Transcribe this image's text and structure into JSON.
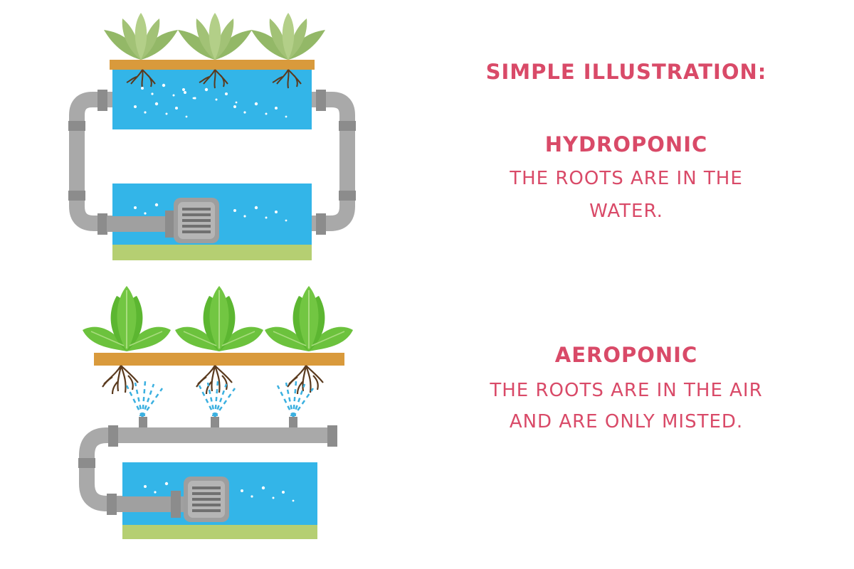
{
  "title": "SIMPLE ILLUSTRATION:",
  "hydroponic": {
    "heading": "HYDROPONIC",
    "description_line1": "THE ROOTS ARE IN THE",
    "description_line2": "WATER."
  },
  "aeroponic": {
    "heading": "AEROPONIC",
    "description_line1": "THE ROOTS ARE IN THE AIR",
    "description_line2": "AND ARE ONLY MISTED."
  },
  "colors": {
    "text": "#d94a68",
    "water": "#33b5e8",
    "pipe": "#a9a9a9",
    "pipe_joint": "#8c8c8c",
    "tray": "#d99a3c",
    "ground": "#b5cf72",
    "leaf_light": "#a2c276",
    "leaf_green": "#5cb631",
    "root": "#5a3a1e",
    "mist": "#3bb0e0",
    "pump": "#9e9e9e"
  }
}
